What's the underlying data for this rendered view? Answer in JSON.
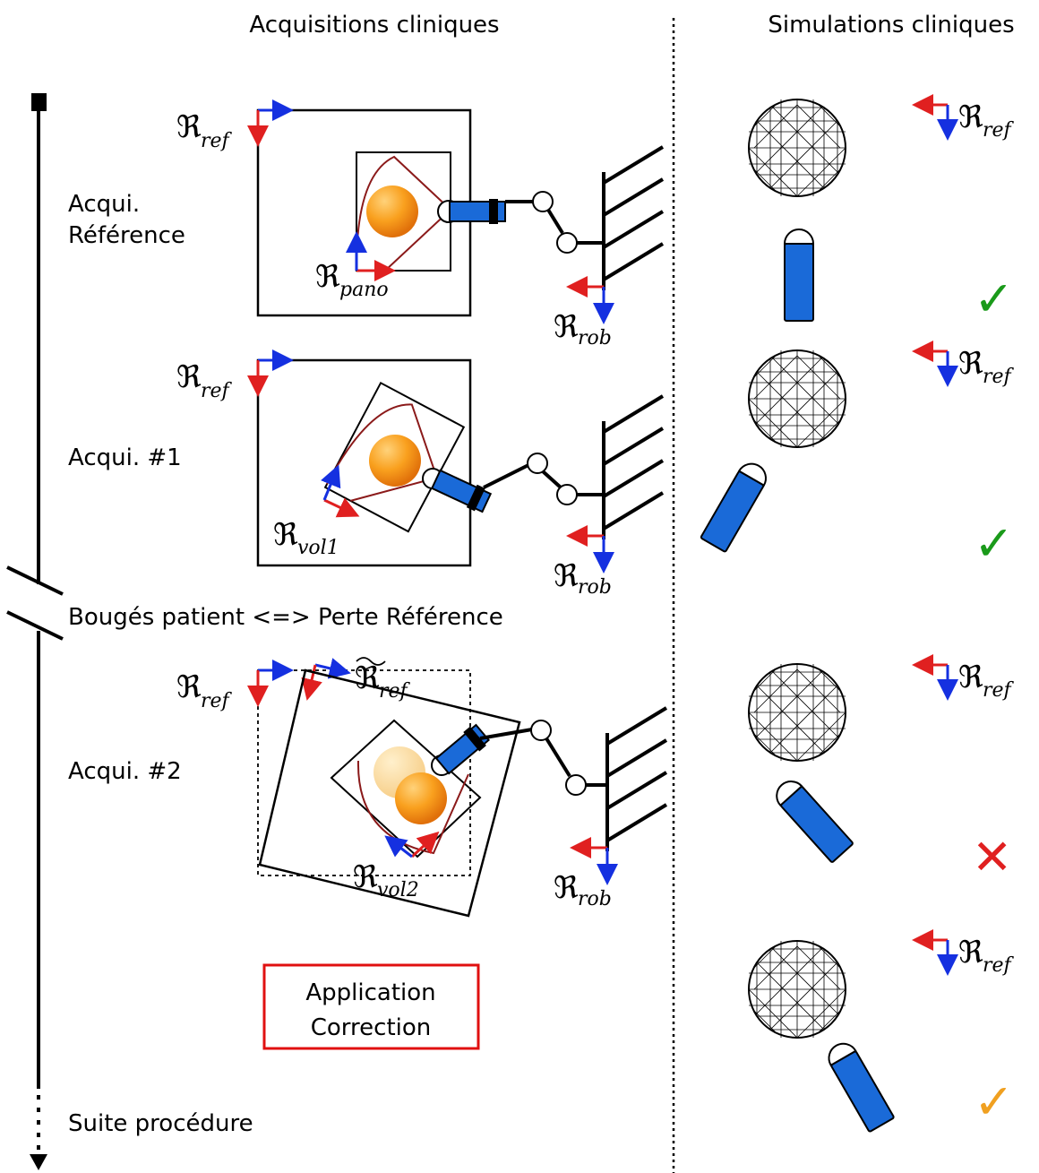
{
  "headers": {
    "left": "Acquisitions cliniques",
    "right": "Simulations cliniques"
  },
  "steps": {
    "reference": {
      "line1": "Acqui.",
      "line2": "Référence",
      "frame_sub": "pano",
      "status": "✓",
      "status_color": "#1a9a1a"
    },
    "acq1": {
      "label": "Acqui. #1",
      "frame_sub": "vol1",
      "status": "✓",
      "status_color": "#1a9a1a"
    },
    "movement": {
      "label": "Bougés patient <=> Perte Référence"
    },
    "acq2": {
      "label": "Acqui. #2",
      "frame_sub": "vol2",
      "status": "✕",
      "status_color": "#e02020"
    },
    "correction": {
      "line1": "Application",
      "line2": "Correction",
      "status": "✓",
      "status_color": "#f0a020"
    },
    "suite": {
      "label": "Suite procédure"
    }
  },
  "frames": {
    "symbol": "ℜ",
    "ref": "ref",
    "rob": "rob"
  },
  "colors": {
    "axis_red": "#e02020",
    "axis_blue": "#1530e0",
    "probe_blue": "#1a6ad8",
    "sphere_orange": "#f08a10",
    "sector_line": "#8b1a1a",
    "correction_box": "#e01010"
  }
}
